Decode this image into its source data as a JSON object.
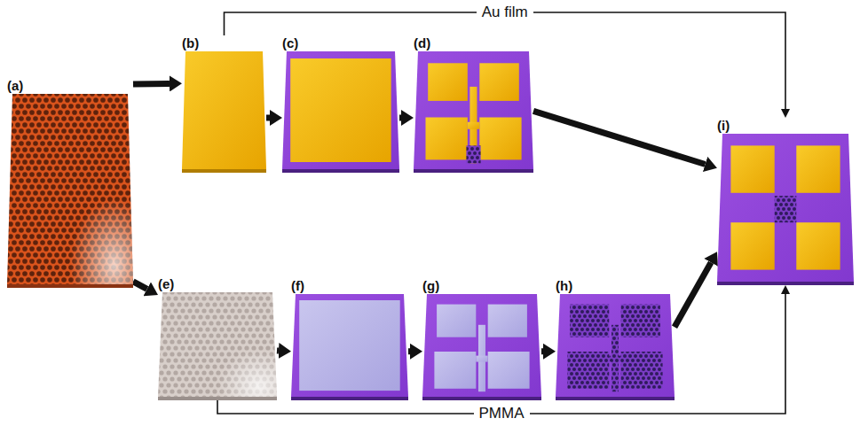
{
  "diagram": {
    "nodes": [
      {
        "text": [
          "(a)"
        ]
      },
      {
        "text": [
          "(b)"
        ]
      },
      {
        "text": [
          "(c)"
        ]
      },
      {
        "text": [
          "(d)"
        ]
      },
      {
        "text": [
          "(e)"
        ]
      },
      {
        "text": [
          "(f)"
        ]
      },
      {
        "text": [
          "(g)"
        ]
      },
      {
        "text": [
          "(h)"
        ]
      },
      {
        "text": [
          "(i)"
        ]
      }
    ],
    "edges": [
      {
        "from": 0,
        "to": 1,
        "arrow": "to"
      },
      {
        "from": 1,
        "to": 2,
        "arrow": "to"
      },
      {
        "from": 2,
        "to": 3,
        "arrow": "to"
      },
      {
        "from": 3,
        "to": 8,
        "arrow": "to"
      },
      {
        "from": 0,
        "to": 4,
        "arrow": "to"
      },
      {
        "from": 4,
        "to": 5,
        "arrow": "to"
      },
      {
        "from": 5,
        "to": 6,
        "arrow": "to"
      },
      {
        "from": 6,
        "to": 7,
        "arrow": "to"
      },
      {
        "from": 7,
        "to": 8,
        "arrow": "to"
      },
      {
        "from": 1,
        "to": 8,
        "label": "Au film",
        "arrow": "to"
      },
      {
        "from": 4,
        "to": 8,
        "label": "PMMA",
        "arrow": "to"
      }
    ]
  }
}
